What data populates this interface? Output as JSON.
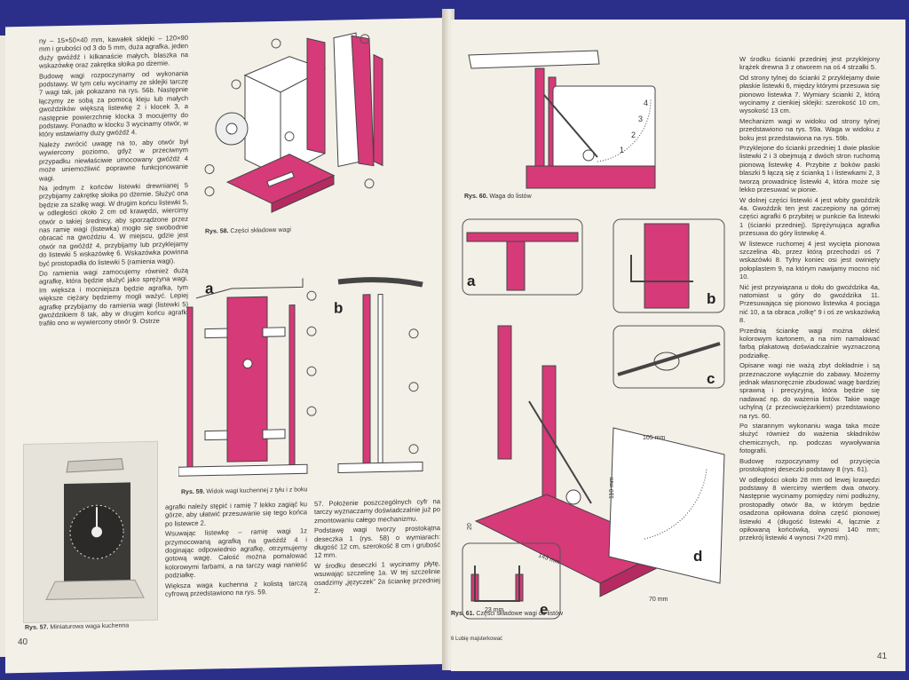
{
  "colors": {
    "accent": "#d63a78",
    "paper": "#f3f0e8",
    "background": "#2b2f8a",
    "ink": "#333333"
  },
  "left_page": {
    "page_number": "40",
    "col1": [
      "ny – 15×50×40 mm, kawałek sklejki – 120×90 mm i grubości od 3 do 5 mm, duża agrafka, jeden duży gwóźdź i kilkanaście małych, blaszka na wskazówkę oraz zakrętka słoika po dżemie.",
      "Budowę wagi rozpoczynamy od wykonania podstawy. W tym celu wycinamy ze sklejki tarczę 7 wagi tak, jak pokazano na rys. 56b. Następnie łączymy ze sobą za pomocą kleju lub małych gwoździków większą listewkę 2 i klocek 3, a następnie powierzchnię klocka 3 mocujemy do podstawy. Ponadto w klocku 3 wycinamy otwór, w który wstawiamy duży gwóźdź 4.",
      "Należy zwrócić uwagę na to, aby otwór był wywiercony poziomo, gdyż w przeciwnym przypadku niewłaściwie umocowany gwóźdź 4 może uniemożliwić poprawne funkcjonowanie wagi.",
      "Na jednym z końców listewki drewnianej 5 przybijamy zakrętkę słoika po dżemie. Służyć ona będzie za szalkę wagi. W drugim końcu listewki 5, w odległości około 2 cm od krawędzi, wiercimy otwór o takiej średnicy, aby sporządzone przez nas ramię wagi (listewka) mogło się swobodnie obracać na gwoździu 4. W miejscu, gdzie jest otwór na gwóźdź 4, przybijamy lub przyklejamy do listewki 5 wskazówkę 6. Wskazówka powinna być prostopadła do listewki 5 (ramienia wagi).",
      "Do ramienia wagi zamocujemy również dużą agrafkę, która będzie służyć jako sprężyna wagi. Im większa i mocniejsza będzie agrafka, tym większe ciężary będziemy mogli ważyć. Lepiej agrafkę przybijamy do ramienia wagi (listewki 5) gwoździkiem 8 tak, aby w drugim końcu agrafki trafiło ono w wywiercony otwór 9. Ostrze"
    ],
    "col2": [
      "agrafki należy stępić i ramię 7 lekko zagiąć ku górze, aby ułatwić przesuwanie się tego końca po listewce 2.",
      "Wsuwając listewkę – ramię wagi 1z przymocowaną agrafką na gwóźdź 4 i doginając odpowiednio agrafkę, otrzymujemy gotową wagę. Całość można pomalować kolorowymi farbami, a na tarczy wagi nanieść podziałkę.",
      "Większa waga kuchenna z kolistą tarczą cyfrową przedstawiono na rys. 59."
    ],
    "col3": [
      "57. Położenie poszczególnych cyfr na tarczy wyznaczamy doświadczalnie już po zmontowaniu całego mechanizmu.",
      "Podstawę wagi tworzy prostokątna deseczka 1 (rys. 58) o wymiarach: długość 12 cm, szerokość 8 cm i grubość 12 mm.",
      "W środku deseczki 1 wycinamy płytę, wsuwając szczelinę 1a. W tej szczelinie osadzimy „języczek” 2a ściankę przedniej 2."
    ],
    "captions": {
      "fig58": {
        "label": "Rys. 58.",
        "text": "Części składowe wagi"
      },
      "fig59": {
        "label": "Rys. 59.",
        "text": "Widok wagi kuchennej z tyłu i z boku"
      },
      "fig57": {
        "label": "Rys. 57.",
        "text": "Miniaturowa waga kuchenna"
      }
    },
    "fig59_letters": {
      "a": "a",
      "b": "b"
    }
  },
  "right_page": {
    "page_number": "41",
    "footer_note": "6 Lubię majsterkować",
    "col": [
      "W środku ścianki przedniej jest przyklejony krążek drewna 3 z otworem na oś 4 strzałki 5.",
      "Od strony tylnej do ścianki 2 przyklejamy dwie płaskie listewki 6, między którymi przesuwa się pionowo listewka 7. Wymiary ścianki 2, którą wycinamy z cienkiej sklejki: szerokość 10 cm, wysokość 13 cm.",
      "Mechanizm wagi w widoku od strony tylnej przedstawiono na rys. 59a. Waga w widoku z boku jest przedstawiona na rys. 59b.",
      "Przyklejone do ścianki przedniej 1 dwie płaskie listewki 2 i 3 obejmują z dwóch stron ruchomą pionową listewkę 4. Przybite z boków paski blaszki 5 łączą się z ścianką 1 i listewkami 2, 3 tworzą prowadnicę listewki 4, która może się lekko przesuwać w pionie.",
      "W dolnej części listewki 4 jest wbity gwoździk 4a. Gwoździk ten jest zaczepiony na górnej części agrafki 6 przybitej w punkcie 6a listewki 1 (ścianki przedniej). Sprężynująca agrafka przesuwa do góry listewkę 4.",
      "W listewce ruchomej 4 jest wycięta pionowa szczelina 4b, przez którą przechodzi oś 7 wskazówki 8. Tylny koniec osi jest owinięty połoplastem 9, na którym nawijamy mocno nić 10.",
      "Nić jest przywiązana u dołu do gwoździka 4a, natomiast u góry do gwoździka 11. Przesuwająca się pionowo listewka 4 pociąga nić 10, a ta obraca „rolkę” 9 i oś ze wskazówką 8.",
      "Przednią ściankę wagi można okleić kolorowym kartonem, a na nim namalować farbą plakatową doświadczalnie wyznaczoną podziałkę.",
      "Opisane wagi nie ważą zbyt dokładnie i są przeznaczone wyłącznie do zabawy. Możemy jednak własnoręcznie zbudować wagę bardziej sprawną i precyzyjną, która będzie się nadawać np. do ważenia listów. Takie wagę uchylną (z przeciwciężarkiem) przedstawiono na rys. 60.",
      "Po starannym wykonaniu waga taka może służyć również do ważenia składników chemicznych, np. podczas wywoływania fotografii.",
      "Budowę rozpoczynamy od przycięcia prostokątnej deseczki podstawy 8 (rys. 61).",
      "W odległości około 28 mm od lewej krawędzi podstawy 8 wiercimy wiertłem dwa otwory. Następnie wycinamy pomiędzy nimi podłużny, prostopadły otwór 8a, w którym będzie osadzona opiłowana dolna część pionowej listewki 4 (długość listewki 4, łącznie z opiłowaną końcówką, wynosi 140 mm; przekrój listewki 4 wynosi 7×20 mm)."
    ],
    "captions": {
      "fig60": {
        "label": "Rys. 60.",
        "text": "Waga do listów"
      },
      "fig61": {
        "label": "Rys. 61.",
        "text": "Części składowe wagi do listów"
      }
    },
    "fig61_letters": {
      "a": "a",
      "b": "b",
      "c": "c",
      "d": "d",
      "e": "e"
    },
    "dims": {
      "width": "105 mm",
      "height": "110 mm",
      "length": "143 mm",
      "d1": "20",
      "d2": "23 mm",
      "d3": "70 mm"
    },
    "scale_marks": [
      "1",
      "2",
      "3",
      "4"
    ]
  }
}
